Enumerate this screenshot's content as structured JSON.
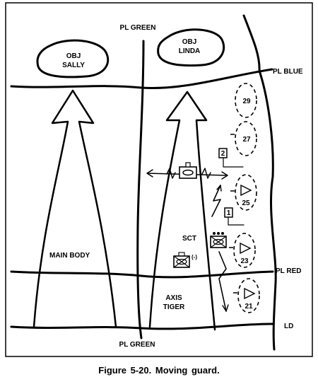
{
  "objectives": {
    "sally": [
      "OBJ",
      "SALLY"
    ],
    "linda": [
      "OBJ",
      "LINDA"
    ]
  },
  "phase_lines": {
    "green_top": "PL GREEN",
    "green_bottom": "PL GREEN",
    "blue": "PL BLUE",
    "red": "PL RED",
    "ld": "LD"
  },
  "labels": {
    "main_body": "MAIN BODY",
    "sct": "SCT",
    "axis": [
      "AXIS",
      "TIGER"
    ],
    "reduced": "(-)"
  },
  "battle_positions": [
    "29",
    "27",
    "25",
    "23",
    "21"
  ],
  "unit_boxes": [
    "2",
    "1"
  ],
  "caption": "Figure 5-20.   Moving guard."
}
